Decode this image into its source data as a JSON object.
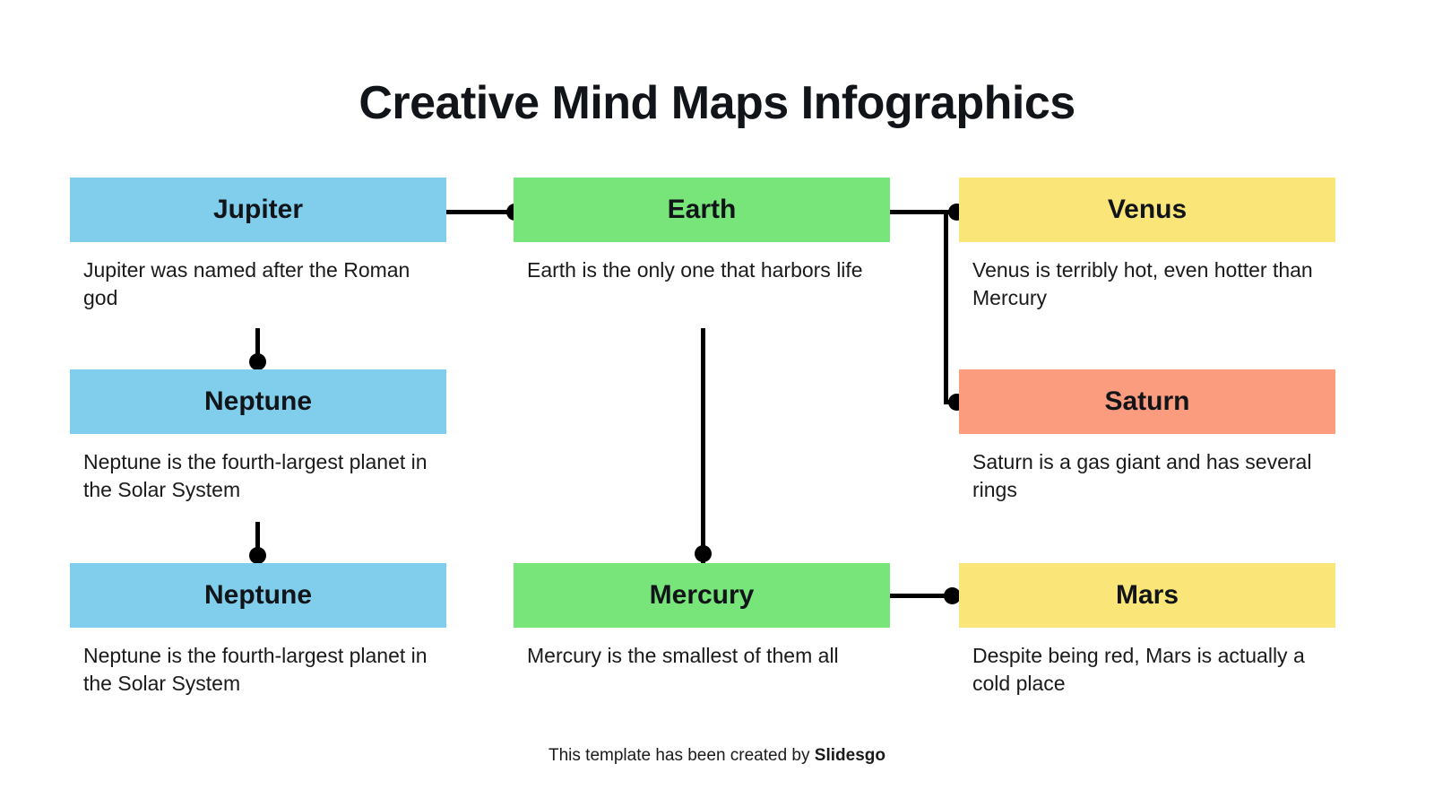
{
  "title": "Creative Mind Maps Infographics",
  "footer": {
    "prefix": "This template has been created by ",
    "brand": "Slidesgo"
  },
  "colors": {
    "blue": "#80CEEC",
    "green": "#78E57A",
    "yellow": "#FAE578",
    "salmon": "#FC9C7E",
    "connector": "#000000",
    "text": "#111418",
    "background": "#FFFFFF"
  },
  "nodes": [
    {
      "id": "jupiter",
      "label": "Jupiter",
      "description": "Jupiter was named after the Roman god",
      "color": "#80CEEC",
      "column": "left",
      "row": 1
    },
    {
      "id": "neptune-1",
      "label": "Neptune",
      "description": "Neptune is the fourth-largest planet in the Solar System",
      "color": "#80CEEC",
      "column": "left",
      "row": 2
    },
    {
      "id": "neptune-2",
      "label": "Neptune",
      "description": "Neptune is the fourth-largest planet in the Solar System",
      "color": "#80CEEC",
      "column": "left",
      "row": 3
    },
    {
      "id": "earth",
      "label": "Earth",
      "description": "Earth is the only one that harbors life",
      "color": "#78E57A",
      "column": "middle",
      "row": 1
    },
    {
      "id": "mercury",
      "label": "Mercury",
      "description": "Mercury is the smallest of them all",
      "color": "#78E57A",
      "column": "middle",
      "row": 3
    },
    {
      "id": "venus",
      "label": "Venus",
      "description": "Venus is terribly hot, even hotter than Mercury",
      "color": "#FAE578",
      "column": "right",
      "row": 1
    },
    {
      "id": "saturn",
      "label": "Saturn",
      "description": "Saturn is a gas giant and has several rings",
      "color": "#FC9C7E",
      "column": "right",
      "row": 2
    },
    {
      "id": "mars",
      "label": "Mars",
      "description": "Despite being red, Mars is actually a cold place",
      "color": "#FAE578",
      "column": "right",
      "row": 3
    }
  ],
  "connections": [
    {
      "from": "jupiter",
      "to": "earth",
      "kind": "horizontal"
    },
    {
      "from": "jupiter",
      "to": "neptune-1",
      "kind": "vertical"
    },
    {
      "from": "neptune-1",
      "to": "neptune-2",
      "kind": "vertical"
    },
    {
      "from": "earth",
      "to": "venus",
      "kind": "horizontal"
    },
    {
      "from": "earth",
      "to": "saturn",
      "kind": "elbow"
    },
    {
      "from": "earth",
      "to": "mercury",
      "kind": "vertical"
    },
    {
      "from": "mercury",
      "to": "mars",
      "kind": "horizontal"
    }
  ]
}
